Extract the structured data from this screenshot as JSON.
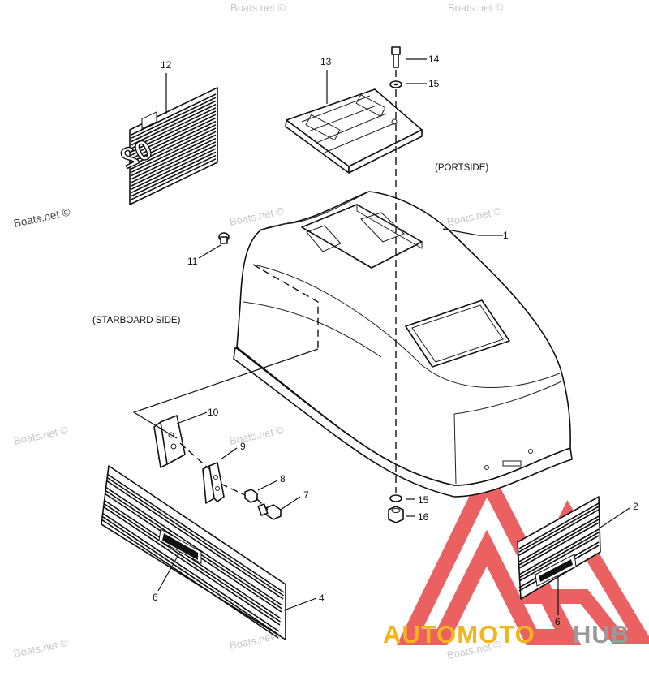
{
  "parts": [
    {
      "number": "1"
    },
    {
      "number": "2"
    },
    {
      "number": "4"
    },
    {
      "number": "6"
    },
    {
      "number": "6"
    },
    {
      "number": "7"
    },
    {
      "number": "8"
    },
    {
      "number": "9"
    },
    {
      "number": "10"
    },
    {
      "number": "11"
    },
    {
      "number": "12"
    },
    {
      "number": "13"
    },
    {
      "number": "14"
    },
    {
      "number": "15"
    },
    {
      "number": "15"
    },
    {
      "number": "16"
    }
  ],
  "side_labels": {
    "portside": "(PORTSIDE)",
    "starboard": "(STARBOARD SIDE)"
  },
  "decal_number": "02",
  "watermark_text": "Boats.net ©",
  "brand": {
    "part1": "AUTOMOTO",
    "part2": "HUB",
    "color_primary": "#f2b51c",
    "color_secondary": "#9a9a9a",
    "logo_color": "#e84545"
  }
}
